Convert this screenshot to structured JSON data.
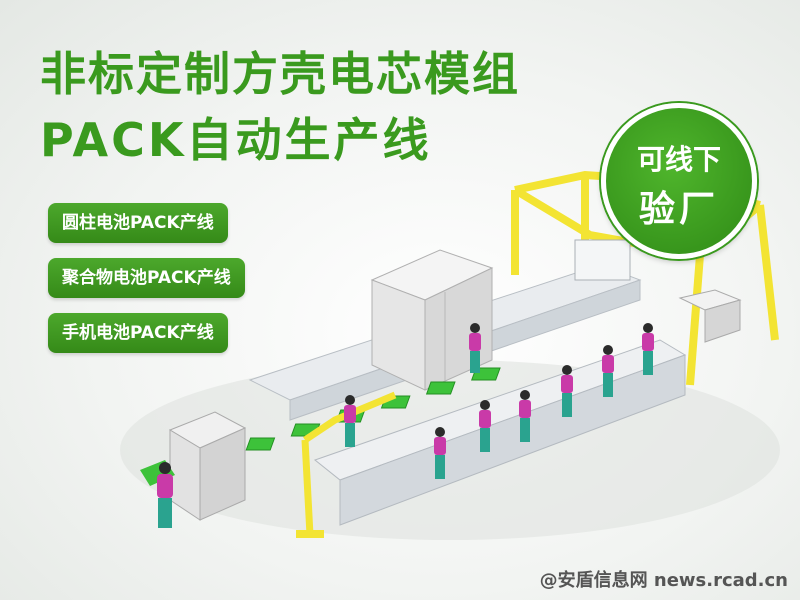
{
  "title": {
    "line1": "非标定制方壳电芯模组",
    "line2": "PACK自动生产线"
  },
  "badges": [
    {
      "label": "圆柱电池PACK产线"
    },
    {
      "label": "聚合物电池PACK产线"
    },
    {
      "label": "手机电池PACK产线"
    }
  ],
  "circle": {
    "line1": "可线下",
    "line2": "验厂"
  },
  "watermark": "@安盾信息网 news.rcad.cn",
  "colors": {
    "brand_green": "#3a9a1e",
    "frame_yellow": "#f3e433",
    "worker_magenta": "#c93aa8",
    "worker_teal": "#2aa38f",
    "conveyor_green": "#3dc23a"
  }
}
